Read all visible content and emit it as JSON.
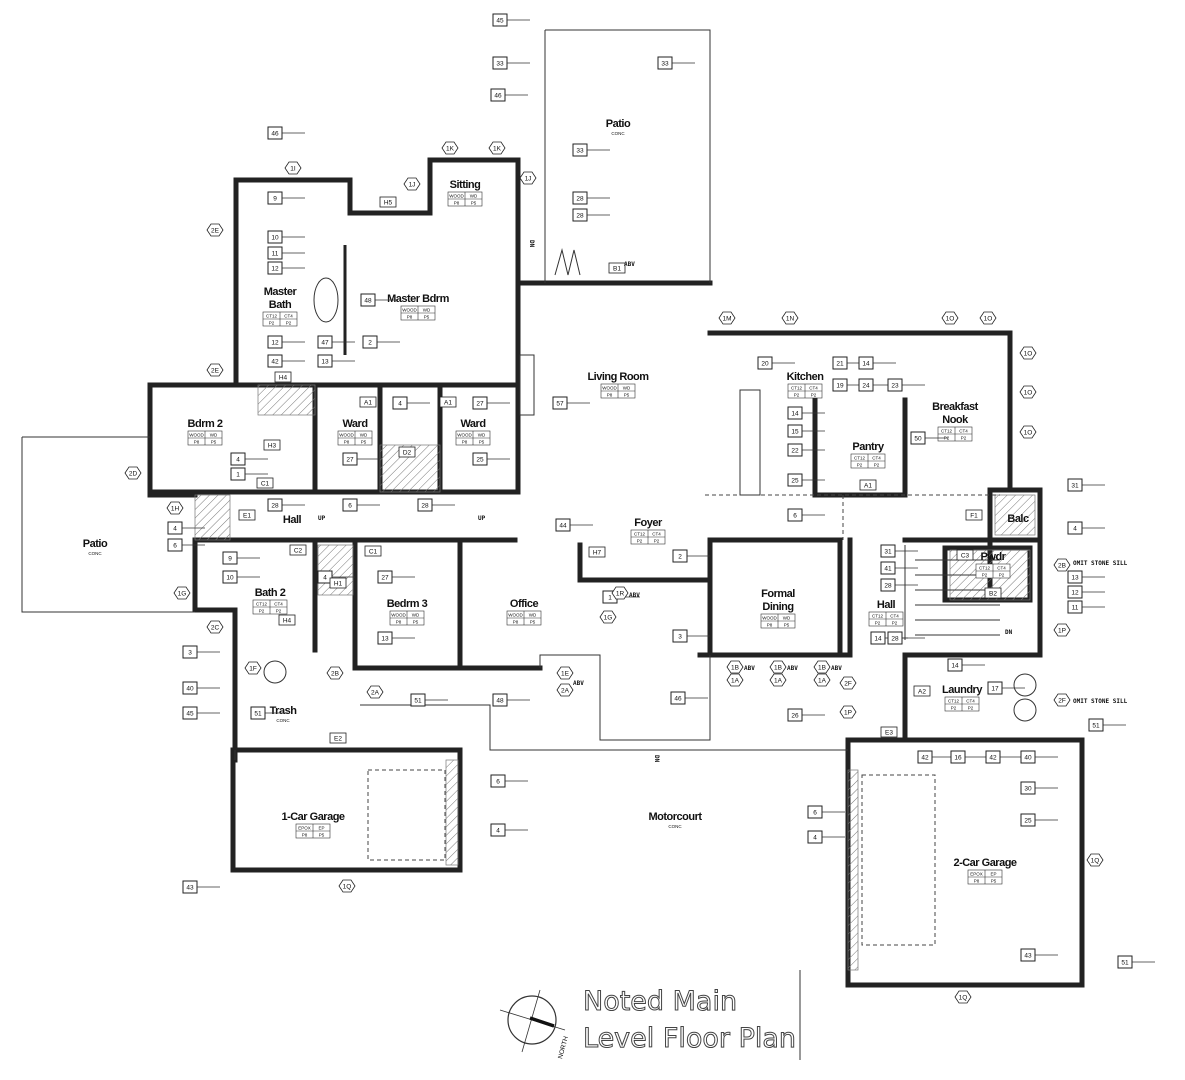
{
  "title": {
    "line1": "Noted Main",
    "line2": "Level Floor Plan",
    "north": "NORTH"
  },
  "rooms": [
    {
      "name": [
        "Patio"
      ],
      "sub": "CONC"
    },
    {
      "name": [
        "Sitting"
      ],
      "finish": [
        "WOOD",
        "WD",
        "P8",
        "P5"
      ]
    },
    {
      "name": [
        "Master",
        "Bath"
      ],
      "finish": [
        "CT12",
        "CT4",
        "P2",
        "P2"
      ]
    },
    {
      "name": [
        "Master Bdrm"
      ],
      "finish": [
        "WOOD",
        "WD",
        "P8",
        "P5"
      ]
    },
    {
      "name": [
        "Living Room"
      ],
      "finish": [
        "WOOD",
        "WD",
        "P8",
        "P5"
      ]
    },
    {
      "name": [
        "Kitchen"
      ],
      "finish": [
        "CT12",
        "CT4",
        "P2",
        "P2"
      ]
    },
    {
      "name": [
        "Breakfast",
        "Nook"
      ],
      "finish": [
        "CT12",
        "CT4",
        "P2",
        "P2"
      ]
    },
    {
      "name": [
        "Pantry"
      ],
      "finish": [
        "CT12",
        "CT4",
        "P2",
        "P2"
      ]
    },
    {
      "name": [
        "Bdrm 2"
      ],
      "finish": [
        "WOOD",
        "WD",
        "P8",
        "P5"
      ]
    },
    {
      "name": [
        "Ward"
      ],
      "finish": [
        "WOOD",
        "WD",
        "P8",
        "P5"
      ]
    },
    {
      "name": [
        "Ward"
      ],
      "finish": [
        "WOOD",
        "WD",
        "P8",
        "P5"
      ]
    },
    {
      "name": [
        "Hall"
      ]
    },
    {
      "name": [
        "Patio"
      ],
      "sub": "CONC"
    },
    {
      "name": [
        "Foyer"
      ],
      "finish": [
        "CT12",
        "CT4",
        "P2",
        "P2"
      ]
    },
    {
      "name": [
        "Bath 2"
      ],
      "finish": [
        "CT12",
        "CT4",
        "P2",
        "P2"
      ]
    },
    {
      "name": [
        "Bedrm 3"
      ],
      "finish": [
        "WOOD",
        "WD",
        "P8",
        "P5"
      ]
    },
    {
      "name": [
        "Office"
      ],
      "finish": [
        "WOOD",
        "WD",
        "P8",
        "P5"
      ]
    },
    {
      "name": [
        "Formal",
        "Dining"
      ],
      "finish": [
        "WOOD",
        "WD",
        "P8",
        "P5"
      ]
    },
    {
      "name": [
        "Hall"
      ],
      "finish": [
        "CT12",
        "CT4",
        "P2",
        "P2"
      ]
    },
    {
      "name": [
        "Balc"
      ]
    },
    {
      "name": [
        "Pwdr"
      ],
      "finish": [
        "CT12",
        "CT4",
        "P2",
        "P2"
      ]
    },
    {
      "name": [
        "Laundry"
      ],
      "finish": [
        "CT12",
        "CT4",
        "P2",
        "P2"
      ]
    },
    {
      "name": [
        "Trash"
      ],
      "sub": "CONC"
    },
    {
      "name": [
        "1-Car Garage"
      ],
      "finish": [
        "EPOX",
        "EP",
        "P8",
        "P5"
      ]
    },
    {
      "name": [
        "Motorcourt"
      ],
      "sub": "CONC"
    },
    {
      "name": [
        "2-Car Garage"
      ],
      "finish": [
        "EPOX",
        "EP",
        "P8",
        "P5"
      ]
    }
  ],
  "keynotes": [
    "45",
    "33",
    "46",
    "46",
    "33",
    "33",
    "28",
    "28",
    "9",
    "10",
    "11",
    "12",
    "48",
    "12",
    "47",
    "2",
    "42",
    "13",
    "57",
    "4",
    "27",
    "27",
    "25",
    "4",
    "1",
    "28",
    "6",
    "28",
    "20",
    "21",
    "14",
    "19",
    "24",
    "23",
    "14",
    "15",
    "22",
    "25",
    "50",
    "6",
    "31",
    "4",
    "44",
    "2",
    "4",
    "6",
    "9",
    "10",
    "4",
    "27",
    "1",
    "3",
    "13",
    "3",
    "40",
    "45",
    "51",
    "51",
    "48",
    "46",
    "26",
    "14",
    "17",
    "42",
    "16",
    "42",
    "40",
    "51",
    "6",
    "4",
    "6",
    "4",
    "43",
    "30",
    "25",
    "43",
    "51",
    "31",
    "41",
    "28",
    "14",
    "28",
    "13",
    "12",
    "11"
  ],
  "hex_tags": [
    "1I",
    "1J",
    "1J",
    "1K",
    "1K",
    "2E",
    "2E",
    "1M",
    "1N",
    "1O",
    "1O",
    "1O",
    "1O",
    "1O",
    "2D",
    "1H",
    "1G",
    "2C",
    "1F",
    "2B",
    "2A",
    "1G",
    "1E",
    "2A",
    "1P",
    "2F",
    "2B",
    "2F",
    "1P",
    "1B",
    "1A",
    "1B",
    "1A",
    "1B",
    "1A",
    "1Q",
    "1Q",
    "1Q",
    "1R"
  ],
  "door_tags": [
    "H5",
    "H4",
    "H3",
    "A1",
    "A1",
    "B1",
    "C1",
    "C1",
    "C2",
    "H1",
    "H4",
    "E2",
    "E1",
    "F1",
    "A1",
    "A2",
    "E3",
    "C3",
    "B2",
    "D2",
    "H7"
  ],
  "notes": {
    "omit1": "OMIT STONE SILL",
    "omit2": "OMIT STONE SILL",
    "dn1": "DN",
    "dn2": "DN",
    "dn3": "DN",
    "up1": "UP",
    "up2": "UP",
    "abv": "ABV"
  }
}
